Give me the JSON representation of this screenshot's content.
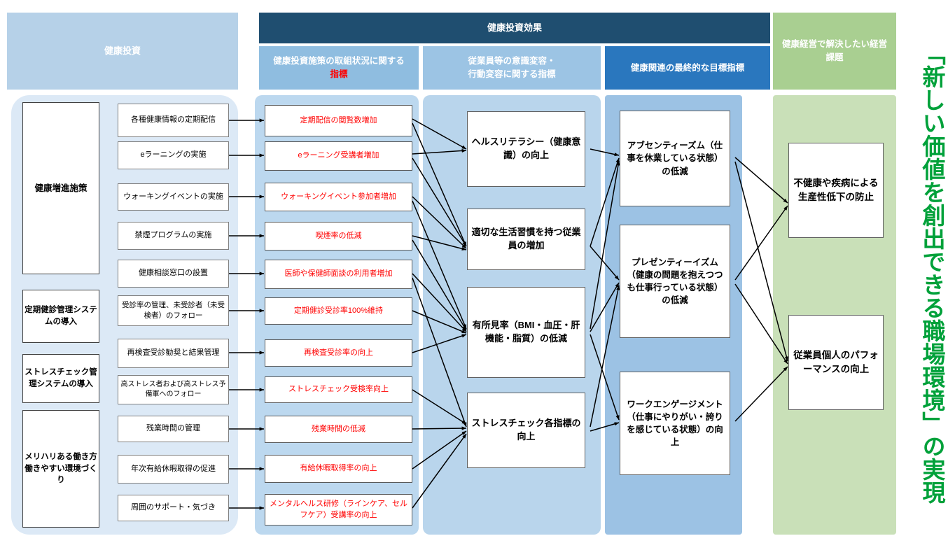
{
  "headers": {
    "investment": "健康投資",
    "effect": "健康投資効果",
    "sub1_line1": "健康投資施策の取組状況に関する",
    "sub1_line2": "指標",
    "sub2_line1": "従業員等の意識変容・",
    "sub2_line2": "行動変容に関する指標",
    "sub3": "健康関連の最終的な目標指標",
    "green_line1": "健康経営で解決したい経営",
    "green_line2": "課題"
  },
  "slogan": "「新しい価値を創出できる職場環境」の実現",
  "colors": {
    "header_dark_blue": "#1f4e70",
    "header_mid_blue": "#2a77be",
    "header_light_blue": "#8fbde0",
    "header_green": "#a9cf91",
    "panel_invest": "#dce9f6",
    "panel_kpi": "#bcd8ef",
    "panel_behavior": "#b9d5ec",
    "panel_goal": "#9cc2e4",
    "panel_issue": "#c9e0b8",
    "kpi_text_red": "#ff0000",
    "slogan_green": "#00a13a"
  },
  "categories": [
    {
      "label": "健康増進施策"
    },
    {
      "label": "定期健診管理システムの導入"
    },
    {
      "label": "ストレスチェック管理システムの導入"
    },
    {
      "label": "メリハリある働き方働きやすい環境づくり"
    }
  ],
  "actions": [
    {
      "label": "各種健康情報の定期配信"
    },
    {
      "label": "eラーニングの実施"
    },
    {
      "label": "ウォーキングイベントの実施"
    },
    {
      "label": "禁煙プログラムの実施"
    },
    {
      "label": "健康相談窓口の設置"
    },
    {
      "label": "受診率の管理、未受診者（未受検者）のフォロー"
    },
    {
      "label": "再検査受診勧奨と結果管理"
    },
    {
      "label": "高ストレス者および高ストレス予備軍へのフォロー"
    },
    {
      "label": "残業時間の管理"
    },
    {
      "label": "年次有給休暇取得の促進"
    },
    {
      "label": "周囲のサポート・気づき"
    }
  ],
  "kpis": [
    {
      "label": "定期配信の閲覧数増加"
    },
    {
      "label": "eラーニング受講者増加"
    },
    {
      "label": "ウォーキングイベント参加者増加"
    },
    {
      "label": "喫煙率の低減"
    },
    {
      "label": "医師や保健師面談の利用者増加"
    },
    {
      "label": "定期健診受診率100%維持"
    },
    {
      "label": "再検査受診率の向上"
    },
    {
      "label": "ストレスチェック受検率向上"
    },
    {
      "label": "残業時間の低減"
    },
    {
      "label": "有給休暇取得率の向上"
    },
    {
      "label": "メンタルヘルス研修（ラインケア、セルフケア）受講率の向上"
    }
  ],
  "behaviors": [
    {
      "label": "ヘルスリテラシー（健康意識）の向上"
    },
    {
      "label": "適切な生活習慣を持つ従業員の増加"
    },
    {
      "label": "有所見率（BMI・血圧・肝機能・脂質）の低減"
    },
    {
      "label": "ストレスチェック各指標の向上"
    }
  ],
  "goals": [
    {
      "label": "アブセンティーズム（仕事を休業している状態）の低減"
    },
    {
      "label": "プレゼンティーイズム（健康の問題を抱えつつも仕事行っている状態）の低減"
    },
    {
      "label": "ワークエンゲージメント（仕事にやりがい・誇りを感じている状態）の向上"
    }
  ],
  "issues": [
    {
      "label": "不健康や疾病による生産性低下の防止"
    },
    {
      "label": "従業員個人のパフォーマンスの向上"
    }
  ]
}
